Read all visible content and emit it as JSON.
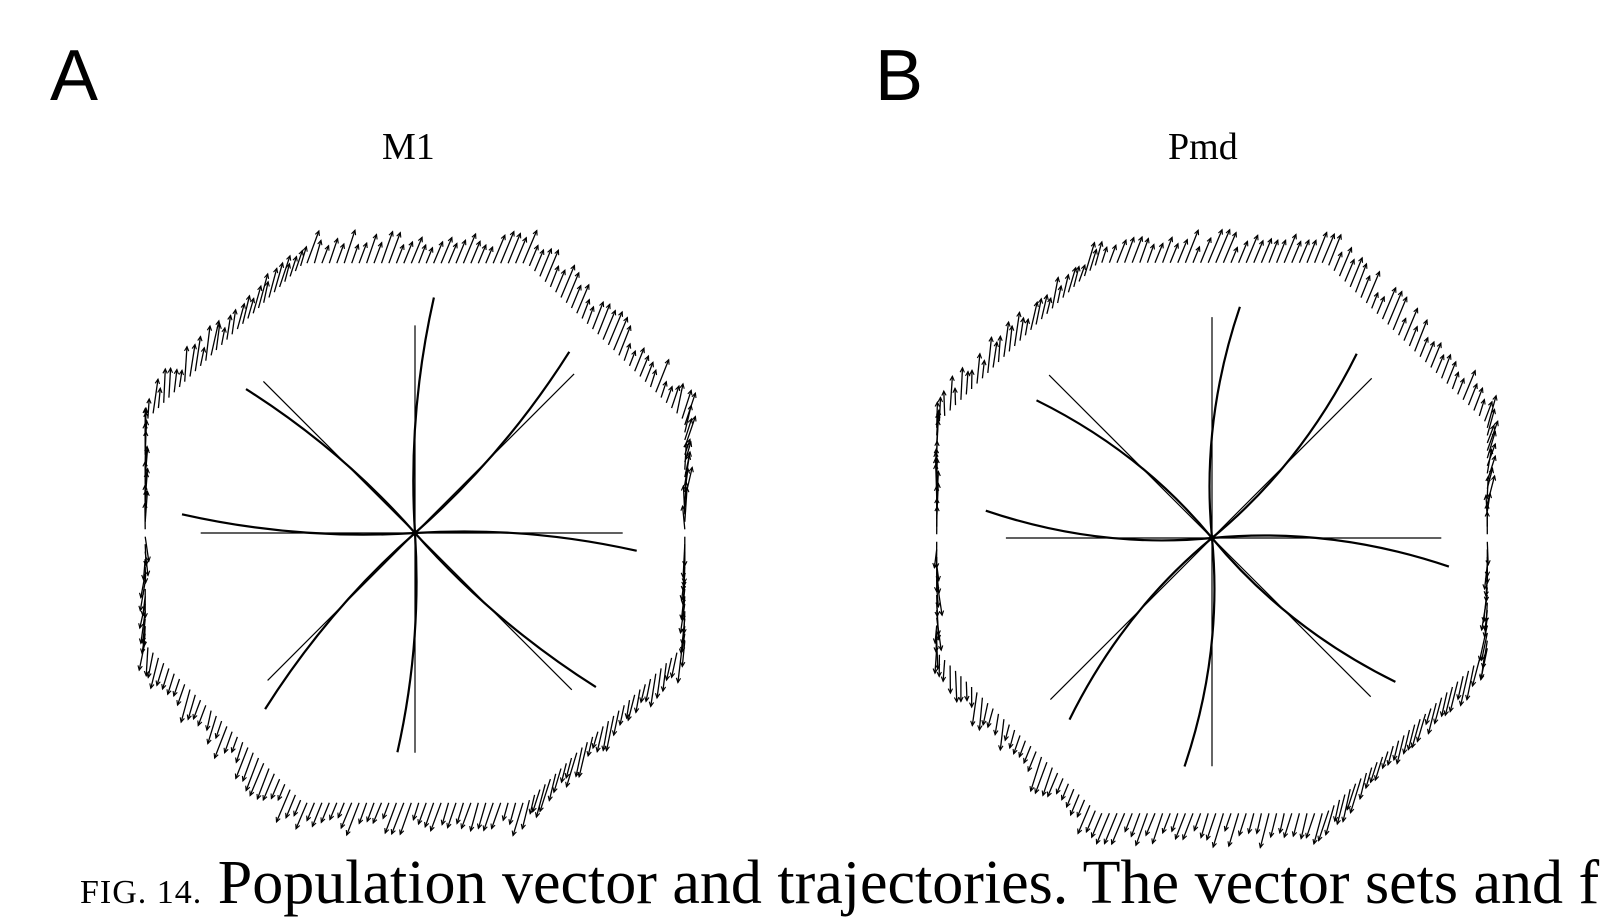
{
  "panels": [
    {
      "letter": "A",
      "title": "M1"
    },
    {
      "letter": "B",
      "title": "Pmd"
    }
  ],
  "caption": {
    "fig_label": "FIG. 14.",
    "text": "Population vector and trajectories. The vector sets and f"
  },
  "colors": {
    "ink": "#000000",
    "background": "#ffffff"
  },
  "icon": "octagonal-vector-field"
}
